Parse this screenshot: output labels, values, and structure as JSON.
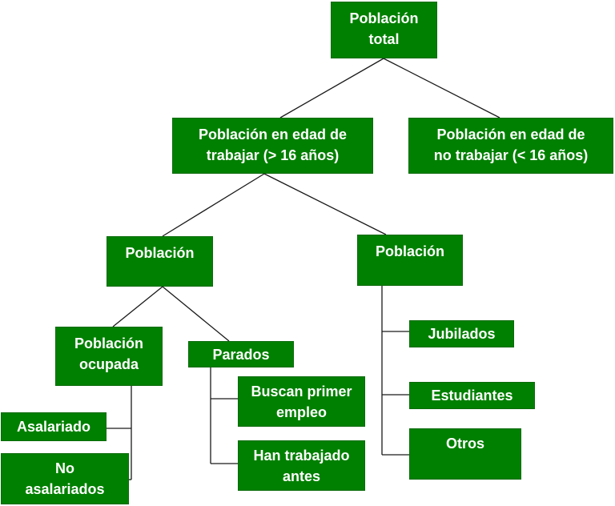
{
  "colors": {
    "node_fill": "#008000",
    "node_text": "#ffffff",
    "connector": "#1a1a1a"
  },
  "nodes": {
    "total": "Población\ntotal",
    "working_age": "Población en edad de\ntrabajar (> 16 años)",
    "non_working_age": "Población en edad de\nno trabajar (< 16 años)",
    "active": "Población",
    "inactive": "Población",
    "employed": "Población\nocupada",
    "unemployed": "Parados",
    "first_job": "Buscan primer\nempleo",
    "worked_before": "Han trabajado\nantes",
    "retired": "Jubilados",
    "students": "Estudiantes",
    "others": "Otros",
    "salaried": "Asalariado",
    "non_salaried": "No\nasalariados"
  }
}
